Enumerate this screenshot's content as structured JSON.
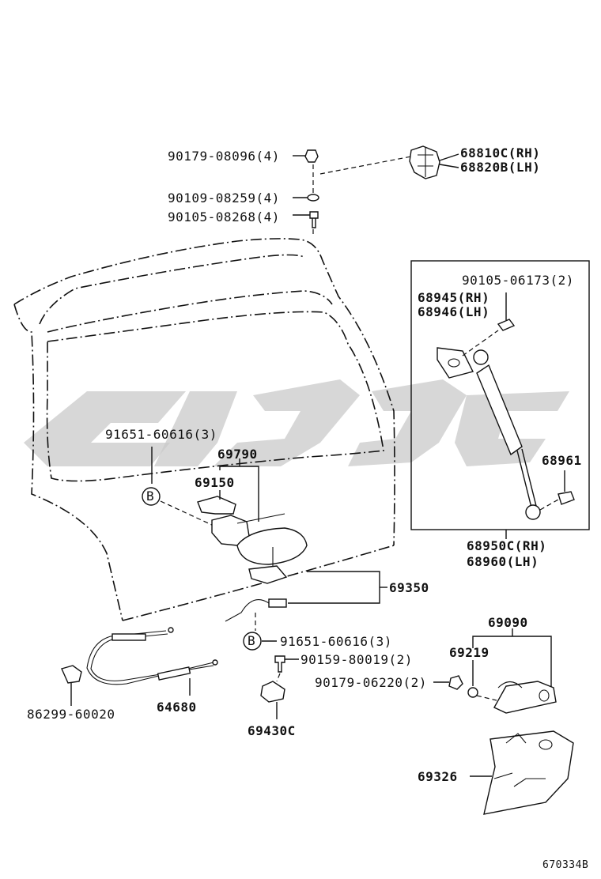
{
  "diagram": {
    "code": "670334B",
    "labels": {
      "p90179_08096": "90179-08096(4)",
      "p90109_08259": "90109-08259(4)",
      "p90105_08268": "90105-08268(4)",
      "p68810c": "68810C(RH)",
      "p68820b": "68820B(LH)",
      "p90105_06173": "90105-06173(2)",
      "p68945": "68945(RH)",
      "p68946": "68946(LH)",
      "p68961": "68961",
      "p68950c": "68950C(RH)",
      "p68960": "68960(LH)",
      "p91651_top": "91651-60616(3)",
      "p69790": "69790",
      "p69150": "69150",
      "p69350": "69350",
      "p91651_bottom": "91651-60616(3)",
      "p90159_80019": "90159-80019(2)",
      "p90179_06220": "90179-06220(2)",
      "p69090": "69090",
      "p69219": "69219",
      "p86299_60020": "86299-60020",
      "p64680": "64680",
      "p69430c": "69430C",
      "p69326": "69326",
      "callout_b": "B"
    }
  }
}
